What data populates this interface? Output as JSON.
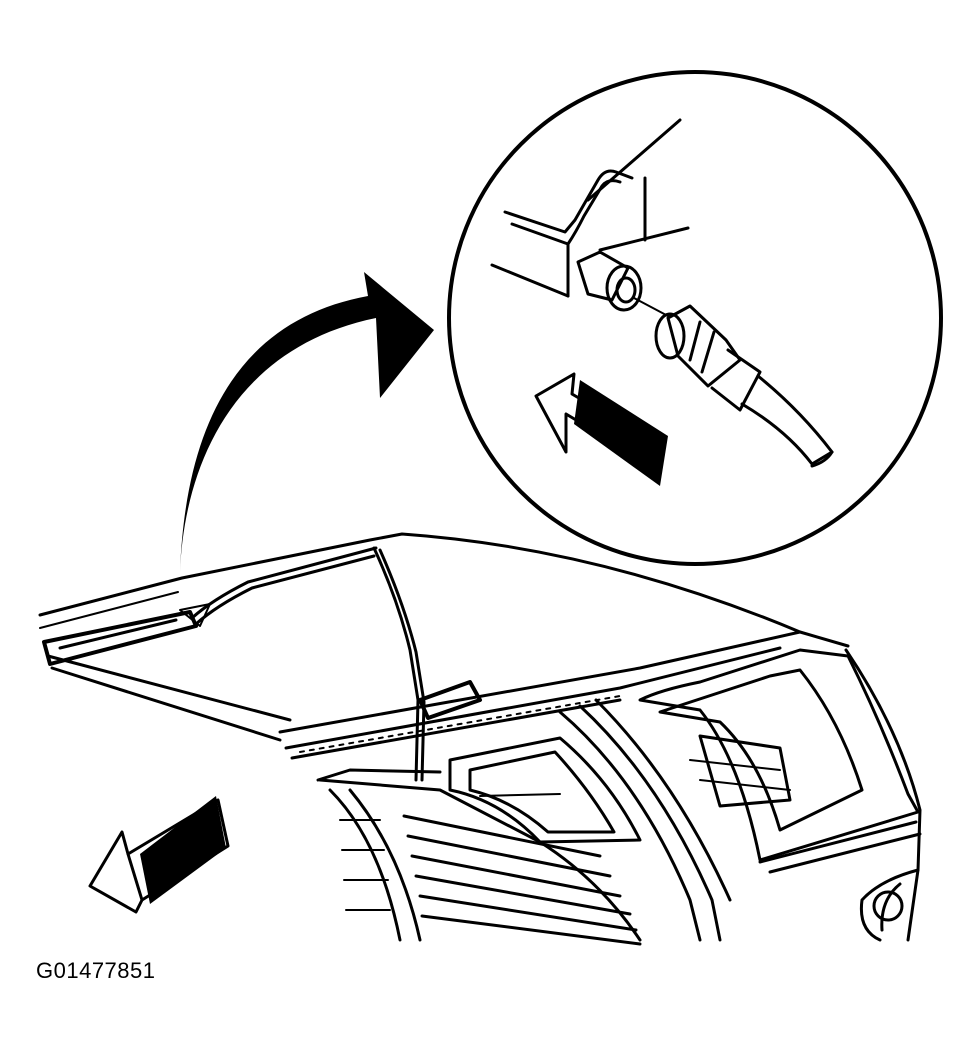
{
  "figure": {
    "code": "G01477851",
    "colors": {
      "ink": "#000000",
      "paper": "#ffffff"
    },
    "icons": [
      "curved-callout-arrow",
      "removal-direction-arrow",
      "insertion-direction-arrow"
    ]
  }
}
